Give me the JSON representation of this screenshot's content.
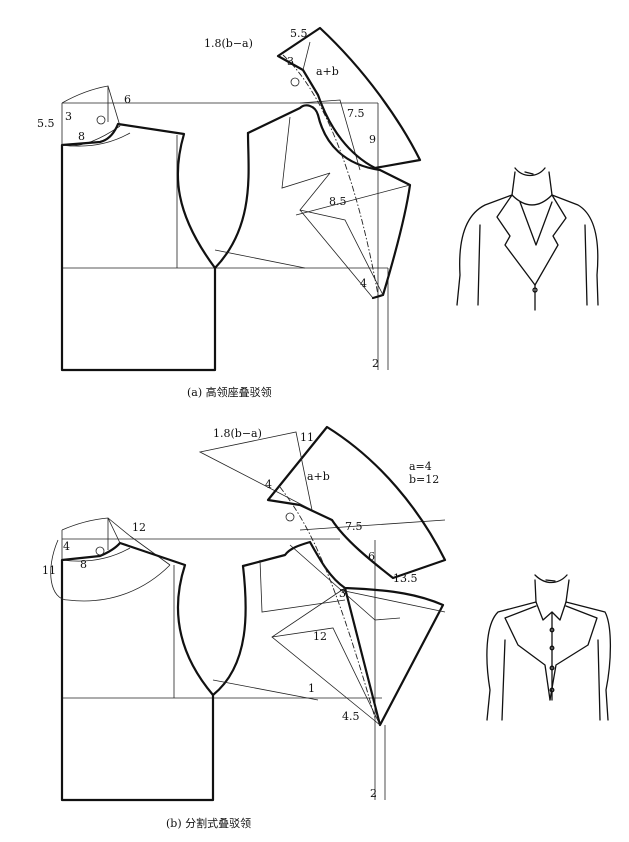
{
  "figure_a": {
    "caption": "(a) 高领座叠驳领",
    "labels": {
      "top_55": "5.5",
      "formula": "1.8(b−a)",
      "n3_collar": "3",
      "ab": "a+b",
      "n6": "6",
      "n55_left": "5.5",
      "n3_left": "3",
      "n8": "8",
      "n75": "7.5",
      "n9": "9",
      "n85": "8.5",
      "n4": "4",
      "n2": "2"
    }
  },
  "figure_b": {
    "caption": "(b) 分割式叠驳领",
    "labels": {
      "formula": "1.8(b−a)",
      "n11_top": "11",
      "ab": "a+b",
      "a_val": "a=4",
      "b_val": "b=12",
      "n4": "4",
      "n12_top": "12",
      "n11_left": "11",
      "n4_left": "4",
      "n8": "8",
      "n75": "7.5",
      "n6": "6",
      "n135": "13.5",
      "n3": "3",
      "n12_mid": "12",
      "n1": "1",
      "n45": "4.5",
      "n2": "2"
    }
  }
}
